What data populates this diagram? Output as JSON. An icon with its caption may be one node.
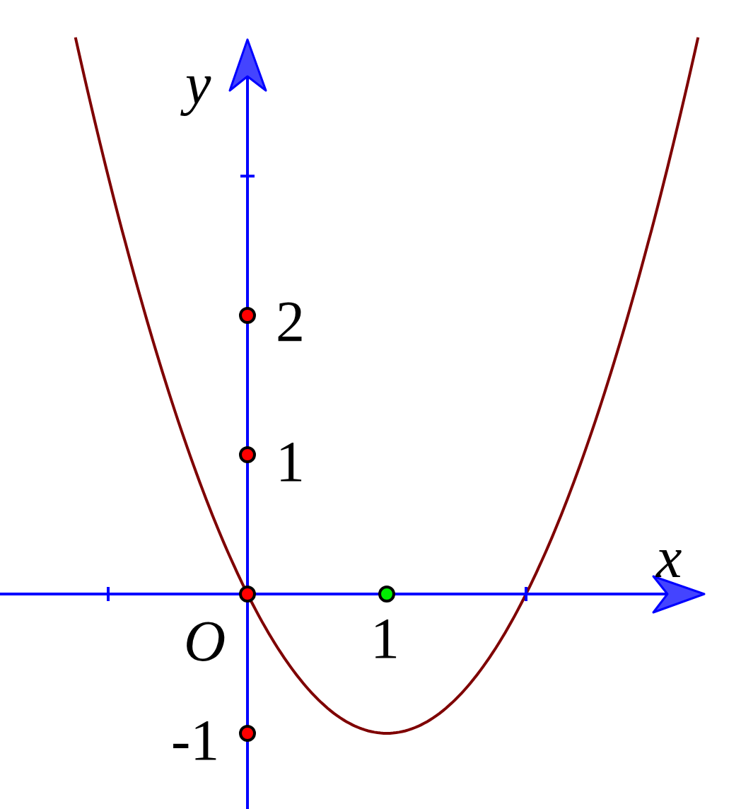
{
  "diagram": {
    "labels": [
      "y",
      "2",
      "1",
      "x",
      "O",
      "1",
      "-1"
    ]
  }
}
